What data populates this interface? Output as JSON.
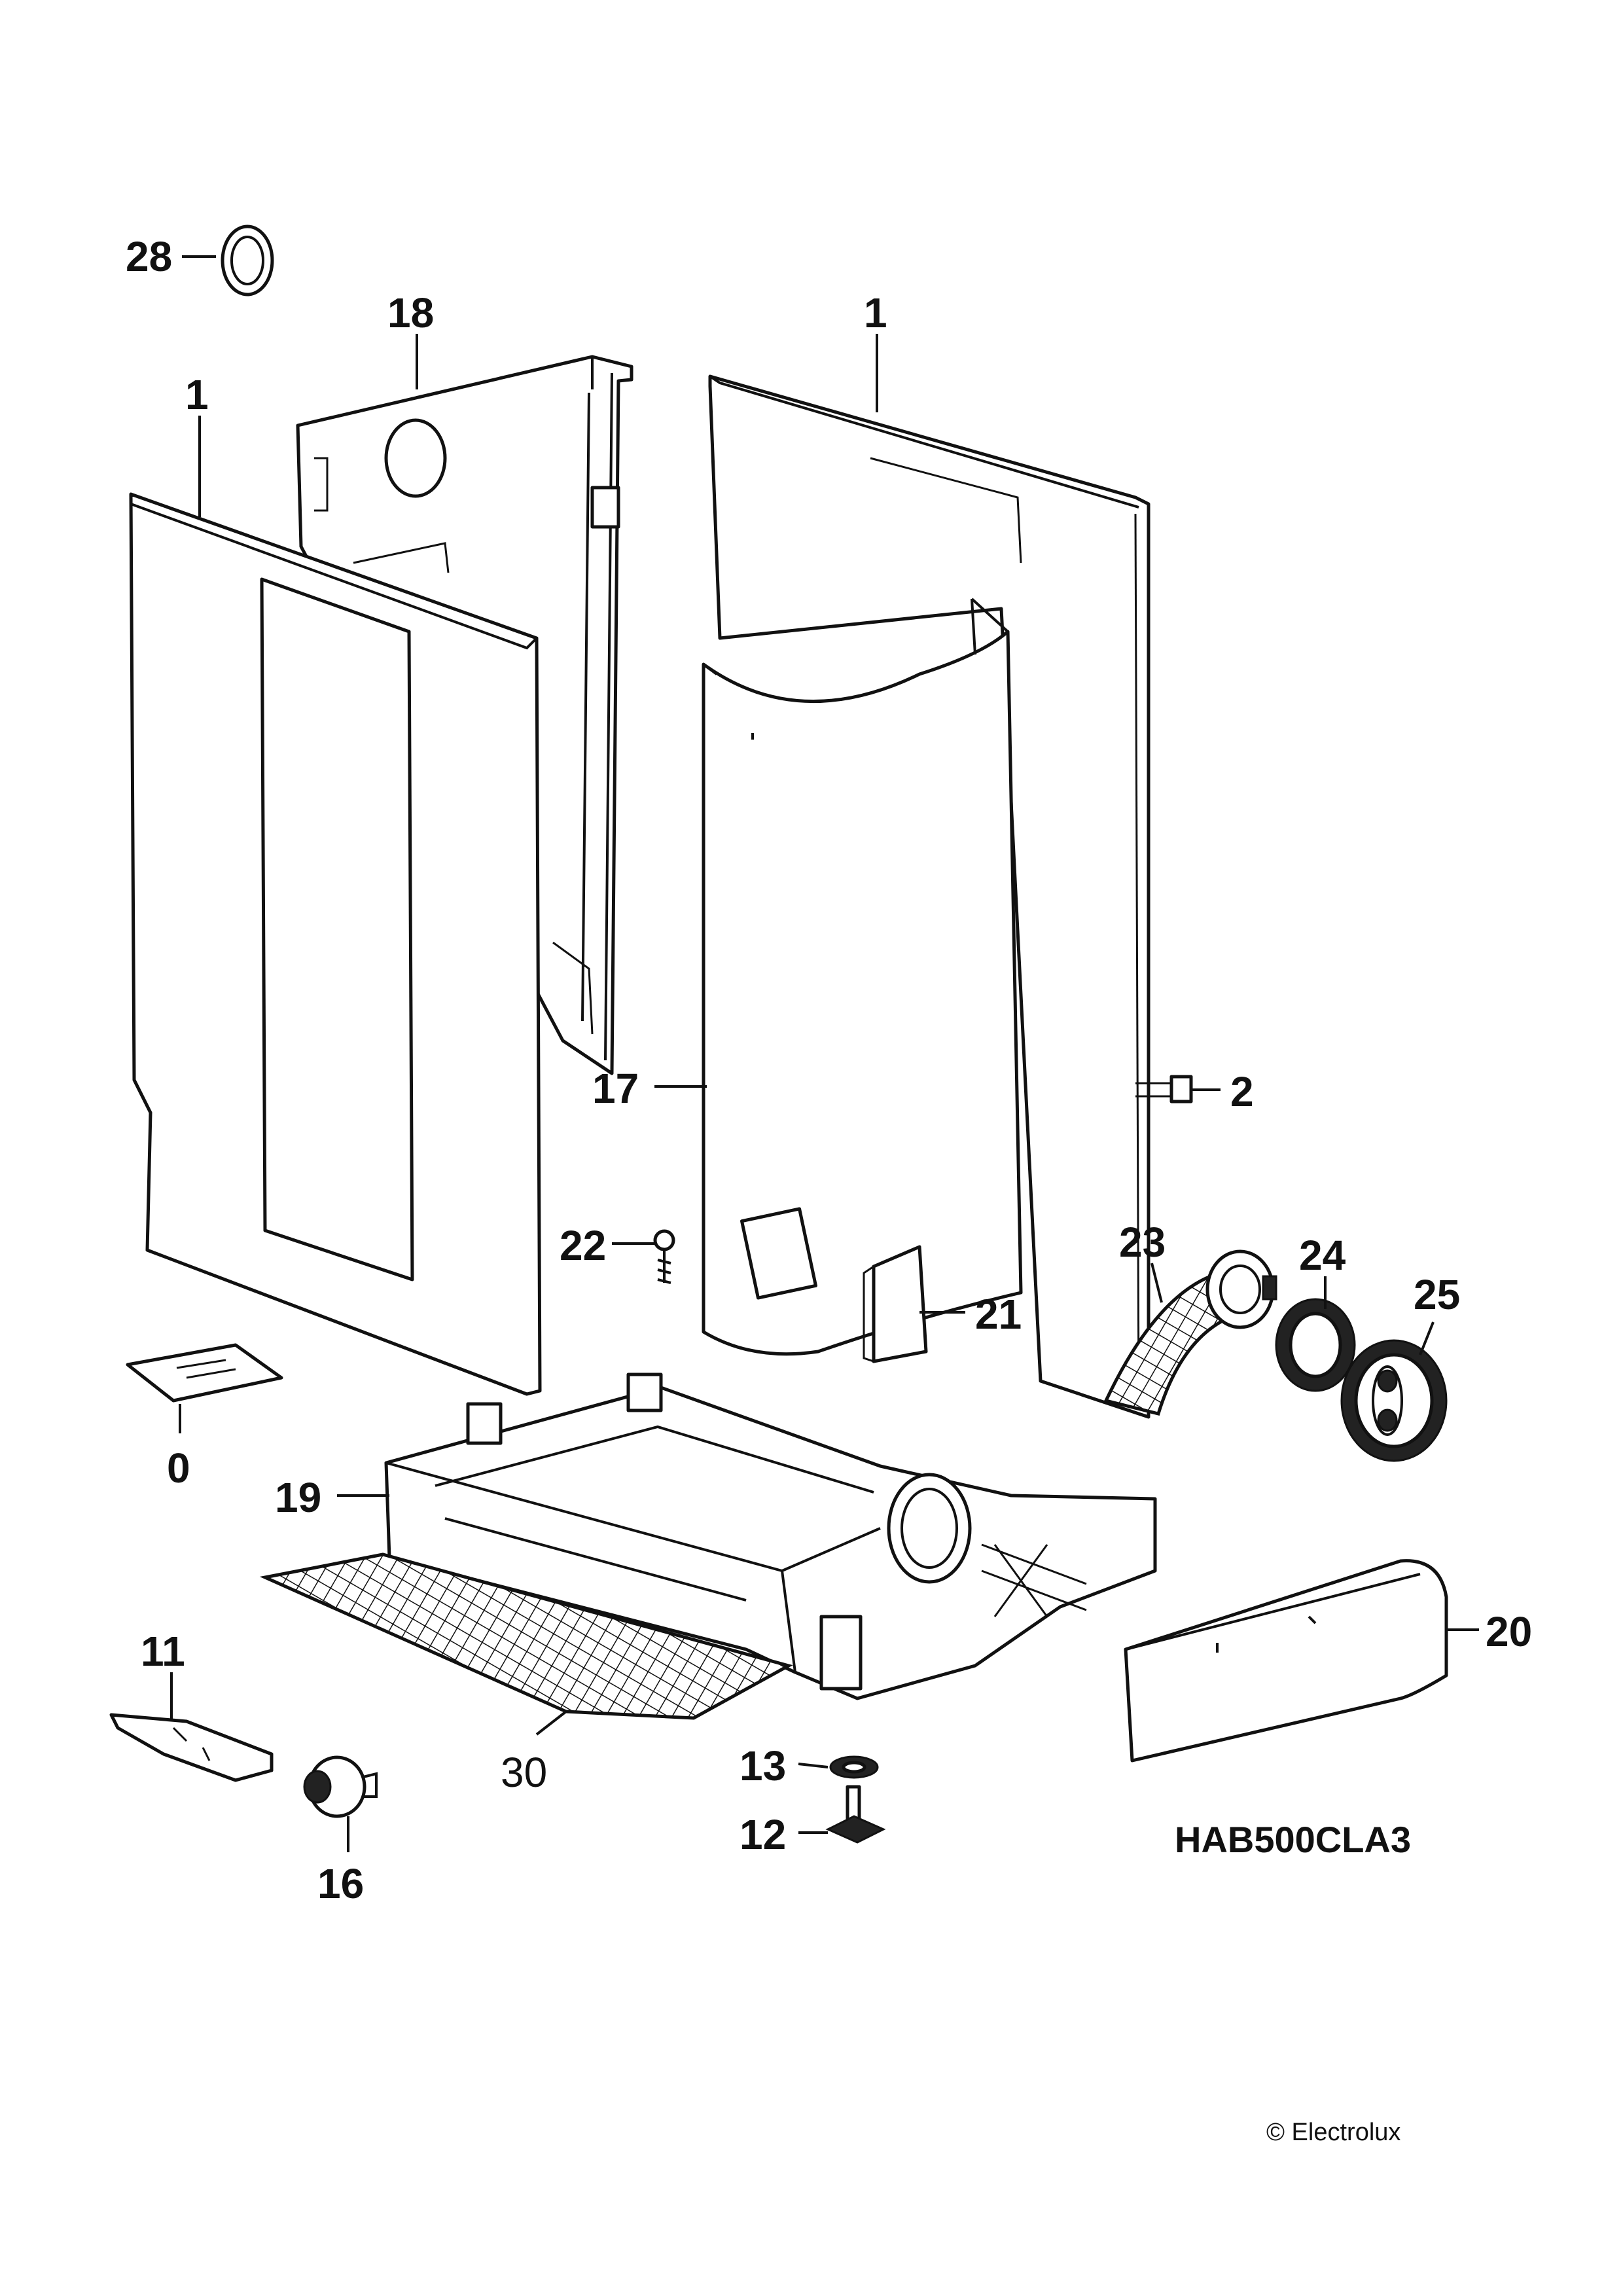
{
  "model_code": "HAB500CLA3",
  "copyright": "© Electrolux",
  "labels": {
    "p28": "28",
    "p18": "18",
    "p1_left": "1",
    "p1_right": "1",
    "p2": "2",
    "p17": "17",
    "p22": "22",
    "p21": "21",
    "p23": "23",
    "p24": "24",
    "p25": "25",
    "p0": "0",
    "p19": "19",
    "p20": "20",
    "p11": "11",
    "p30": "30",
    "p13": "13",
    "p12": "12",
    "p16": "16"
  }
}
